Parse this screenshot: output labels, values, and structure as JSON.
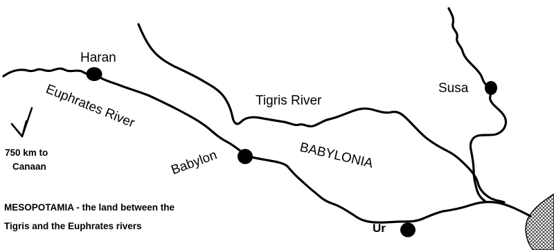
{
  "map": {
    "cities": {
      "haran": "Haran",
      "susa": "Susa",
      "babylon": "Babylon",
      "ur": "Ur"
    },
    "rivers": {
      "tigris": "Tigris River",
      "euphrates": "Euphrates River"
    },
    "region": "BABYLONIA",
    "direction_note": {
      "line1": "750 km to",
      "line2": "Canaan"
    },
    "caption": {
      "line1": "MESOPOTAMIA - the land between the",
      "line2": "Tigris and the Euphrates rivers"
    }
  }
}
